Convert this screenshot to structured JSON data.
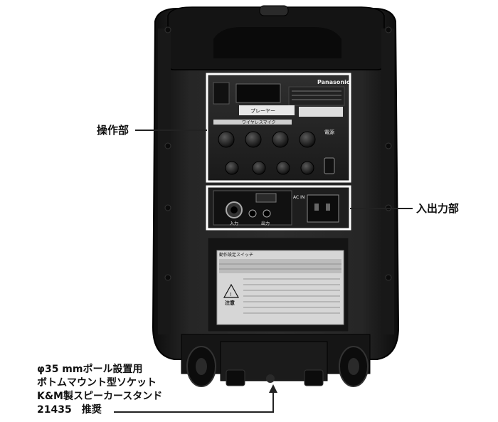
{
  "labels": {
    "operation": "操作部",
    "io": "入出力部",
    "stand_lines": [
      "φ35 mmポール設置用",
      "ボトムマウント型ソケット",
      "K&M製スピーカースタンド",
      "21435　推奨"
    ]
  },
  "panel": {
    "brand": "Panasonic",
    "player_label": "プレーヤー",
    "wireless_label": "ワイヤレスマイク",
    "power_label": "電源",
    "ac_in_label": "AC IN",
    "input_label": "入力",
    "output_label": "出力",
    "caution_label": "注意",
    "switch_title": "動作設定スイッチ"
  },
  "colors": {
    "speaker_body": "#1c1c1c",
    "frame_outline": "#ffffff",
    "leader_line": "#222222"
  }
}
